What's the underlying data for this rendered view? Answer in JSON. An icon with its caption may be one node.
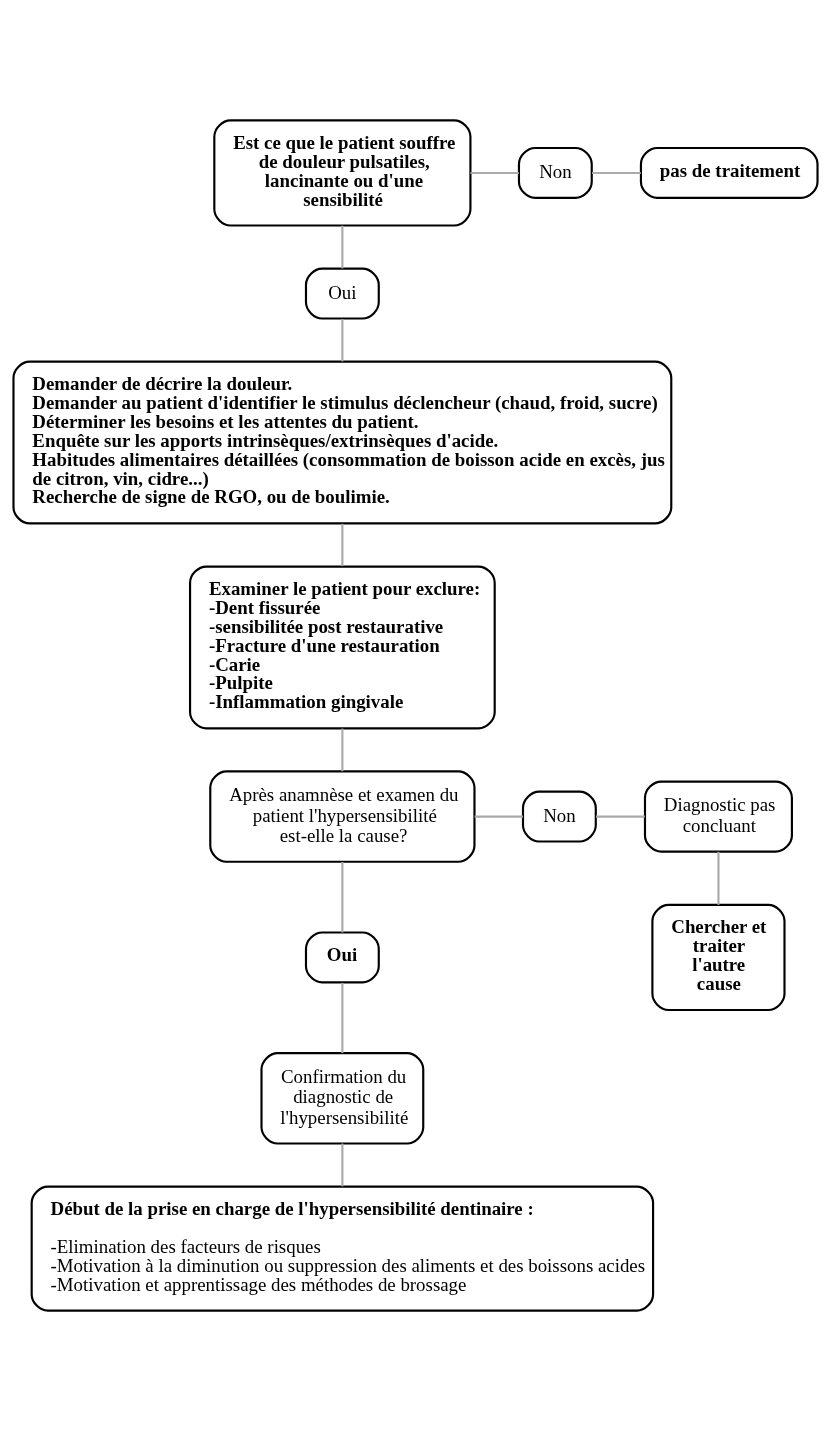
{
  "diagram": {
    "nodes": [
      {
        "text": [
          "Est ce que le patient souffre de douleur pulsatiles, lancinante ou d'une sensibilité"
        ]
      },
      {
        "text": [
          "Non"
        ]
      },
      {
        "text": [
          "pas de traitement"
        ]
      },
      {
        "text": [
          "Oui"
        ]
      },
      {
        "text": [
          "Demander de décrire la douleur.",
          "Demander au patient d'identifier le stimulus déclencheur (chaud, froid, sucre)",
          "Déterminer les besoins et les attentes du patient.",
          "Enquête sur les apports intrinsèques/extrinsèques d'acide.",
          "Habitudes alimentaires détaillées (consommation de boisson acide en excès, jus de citron, vin, cidre...)",
          "Recherche de signe de RGO, ou de boulimie."
        ]
      },
      {
        "text": [
          "Examiner le patient pour exclure:",
          "-Dent fissurée",
          "-sensibilitée post restaurative",
          "-Fracture d'une restauration",
          "-Carie",
          "-Pulpite",
          "-Inflammation gingivale"
        ]
      },
      {
        "text": [
          "Après anamnèse et examen du patient l'hypersensibilité est-elle la cause?"
        ]
      },
      {
        "text": [
          "Non"
        ]
      },
      {
        "text": [
          "Diagnostic pas concluant"
        ]
      },
      {
        "text": [
          "Chercher et traiter l'autre cause"
        ]
      },
      {
        "text": [
          "Oui"
        ]
      },
      {
        "text": [
          "Confirmation du diagnostic de l'hypersensibilité"
        ]
      },
      {
        "text": [
          "Début de la prise en charge de l'hypersensibilité dentinaire :",
          "-Elimination des facteurs de risques",
          "-Motivation à la diminution ou suppression des aliments et des boissons acides",
          "-Motivation et apprentissage des méthodes de brossage"
        ]
      }
    ],
    "edges": [
      {
        "from": 0,
        "to": 1,
        "arrow": "none"
      },
      {
        "from": 1,
        "to": 2,
        "arrow": "none"
      },
      {
        "from": 0,
        "to": 3,
        "arrow": "none"
      },
      {
        "from": 3,
        "to": 4,
        "arrow": "none"
      },
      {
        "from": 4,
        "to": 5,
        "arrow": "none"
      },
      {
        "from": 5,
        "to": 6,
        "arrow": "none"
      },
      {
        "from": 6,
        "to": 7,
        "arrow": "none"
      },
      {
        "from": 7,
        "to": 8,
        "arrow": "none"
      },
      {
        "from": 8,
        "to": 9,
        "arrow": "none"
      },
      {
        "from": 6,
        "to": 10,
        "arrow": "none"
      },
      {
        "from": 10,
        "to": 11,
        "arrow": "none"
      },
      {
        "from": 11,
        "to": 12,
        "arrow": "none"
      }
    ]
  }
}
